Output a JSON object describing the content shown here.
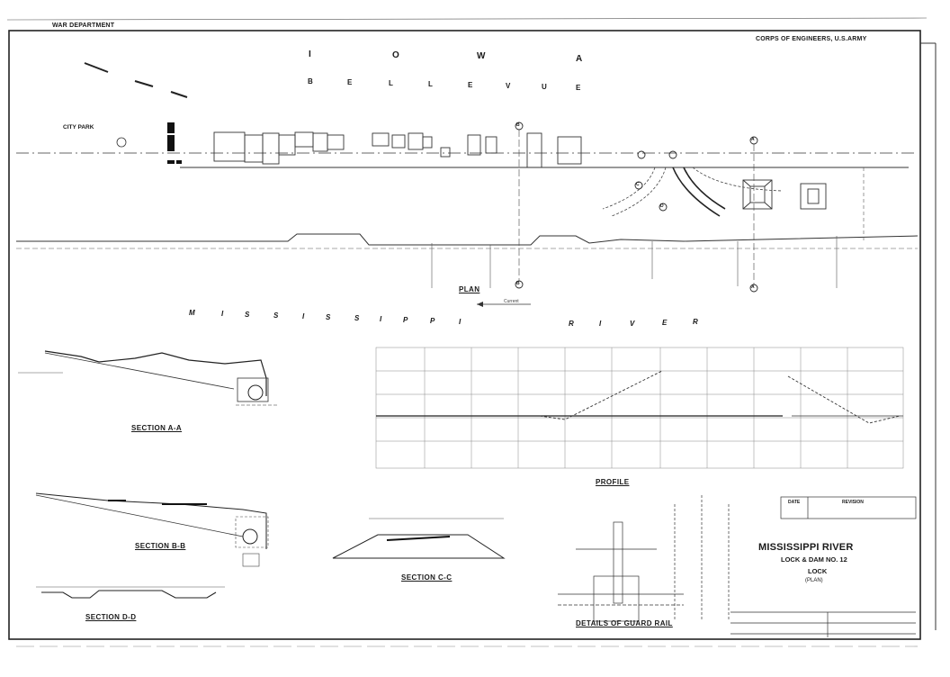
{
  "header": {
    "left": "WAR DEPARTMENT",
    "right": "CORPS OF ENGINEERS, U.S.ARMY"
  },
  "state_name": [
    "I",
    "O",
    "W",
    "A"
  ],
  "town_name": [
    "B",
    "E",
    "L",
    "L",
    "E",
    "V",
    "U",
    "E"
  ],
  "river_name": [
    "M",
    "I",
    "S",
    "S",
    "I",
    "S",
    "S",
    "I",
    "P",
    "P",
    "I",
    "R",
    "I",
    "V",
    "E",
    "R"
  ],
  "plan_labels": {
    "city_park": "CITY PARK",
    "plan_title": "PLAN",
    "current": "Current"
  },
  "sections": {
    "aa": "SECTION A-A",
    "bb": "SECTION B-B",
    "cc": "SECTION C-C",
    "dd": "SECTION D-D",
    "profile": "PROFILE",
    "guard_rail": "DETAILS OF GUARD RAIL"
  },
  "section_markers": [
    "A",
    "B",
    "C",
    "D"
  ],
  "title_block": {
    "project": "MISSISSIPPI RIVER",
    "lock_dam": "LOCK & DAM NO. 12",
    "lock": "LOCK",
    "sheet": "(PLAN)",
    "date_label": "DATE",
    "revision_label": "REVISION"
  }
}
